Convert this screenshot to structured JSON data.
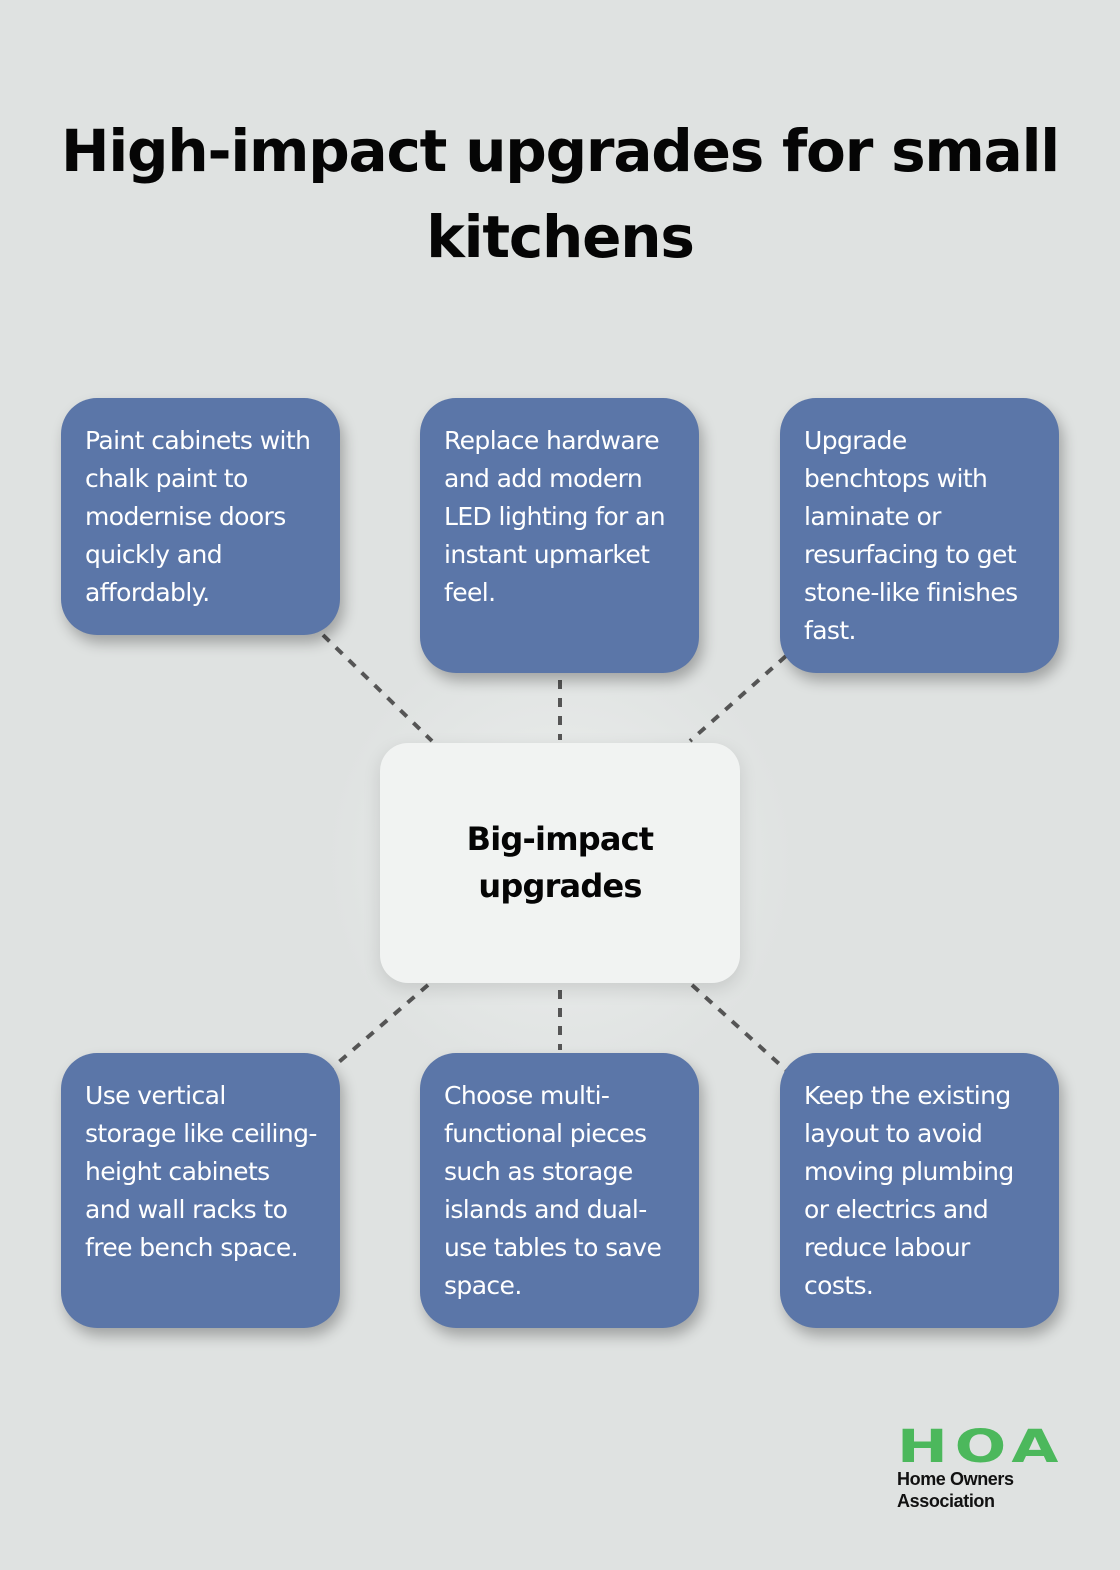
{
  "title": "High-impact upgrades for small kitchens",
  "center": {
    "label": "Big-impact upgrades"
  },
  "cards": [
    {
      "text": "Paint cabinets with chalk paint to modernise doors quickly and affordably."
    },
    {
      "text": "Replace hardware and add modern LED lighting for an instant upmarket feel."
    },
    {
      "text": "Upgrade benchtops with laminate or resurfacing to get stone-like finishes fast."
    },
    {
      "text": "Use vertical storage like ceiling-height cabinets and wall racks to free bench space."
    },
    {
      "text": "Choose multi-functional pieces such as storage islands and dual-use tables to save space."
    },
    {
      "text": "Keep the existing layout to avoid moving plumbing or electrics and reduce labour costs."
    }
  ],
  "logo": {
    "mark": "HOA",
    "line1": "Home Owners",
    "line2": "Association"
  },
  "colors": {
    "background": "#dfe2e1",
    "card": "#5b76a8",
    "center_card": "#f1f3f2",
    "connector": "#555555",
    "logo_green": "#4cb85c"
  }
}
